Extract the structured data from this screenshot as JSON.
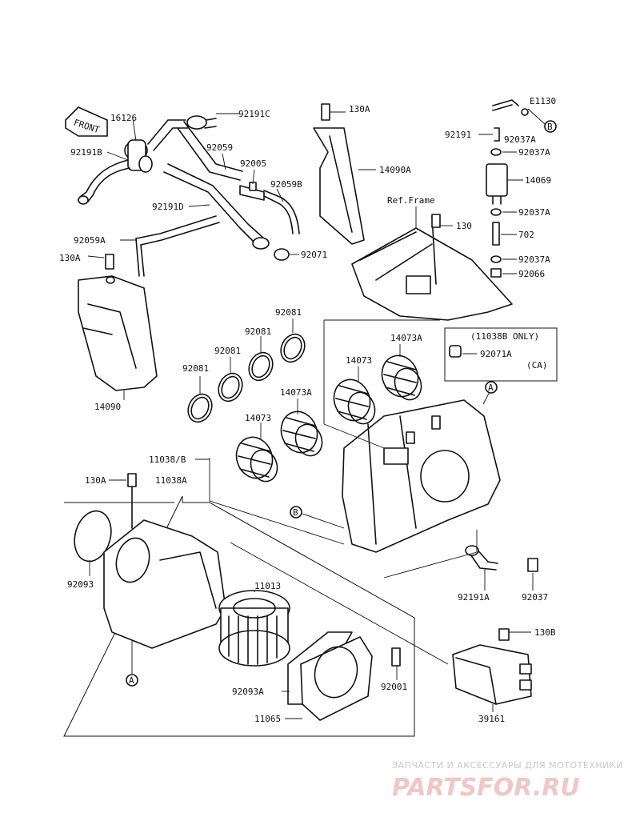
{
  "labels": {
    "l16126": "16126",
    "l92191C": "92191C",
    "l92191B": "92191B",
    "l92059": "92059",
    "l92005": "92005",
    "l92059B": "92059B",
    "l92191D": "92191D",
    "l92059A": "92059A",
    "l130A_top": "130A",
    "l130A_left": "130A",
    "l14090A": "14090A",
    "l14090": "14090",
    "l_ref_frame": "Ref.Frame",
    "l130": "130",
    "l92071": "92071",
    "l92081_a": "92081",
    "l92081_b": "92081",
    "l92081_c": "92081",
    "l92081_d": "92081",
    "l14073_a": "14073",
    "l14073A_a": "14073A",
    "l14073_b": "14073",
    "l14073A_b": "14073A",
    "l11038B_only": "(11038B ONLY)",
    "l92071A": "92071A",
    "l_ca": "(CA)",
    "l11038B": "11038/B",
    "l130A_mid": "130A",
    "l11038A": "11038A",
    "l92093": "92093",
    "l11013": "11013",
    "l92093A": "92093A",
    "l11065": "11065",
    "l92001": "92001",
    "l92191A": "92191A",
    "l92037": "92037",
    "l130B": "130B",
    "l39161": "39161",
    "lE1130": "E1130",
    "l92191": "92191",
    "l92037A_1": "92037A",
    "l92037A_2": "92037A",
    "l14069": "14069",
    "l92037A_3": "92037A",
    "l702": "702",
    "l92037A_4": "92037A",
    "l92066": "92066",
    "callout_A1": "A",
    "callout_A2": "A",
    "callout_B1": "B",
    "callout_B2": "B",
    "front_tag": "FRONT"
  },
  "watermark": {
    "line1": "ЗАПЧАСТИ И АКСЕССУАРЫ ДЛЯ МОТОТЕХНИКИ",
    "line2": "PARTSFOR.RU"
  },
  "colors": {
    "line": "#111111",
    "watermark_text": "#c8c8c8",
    "watermark_logo": "#f2c6c6"
  }
}
